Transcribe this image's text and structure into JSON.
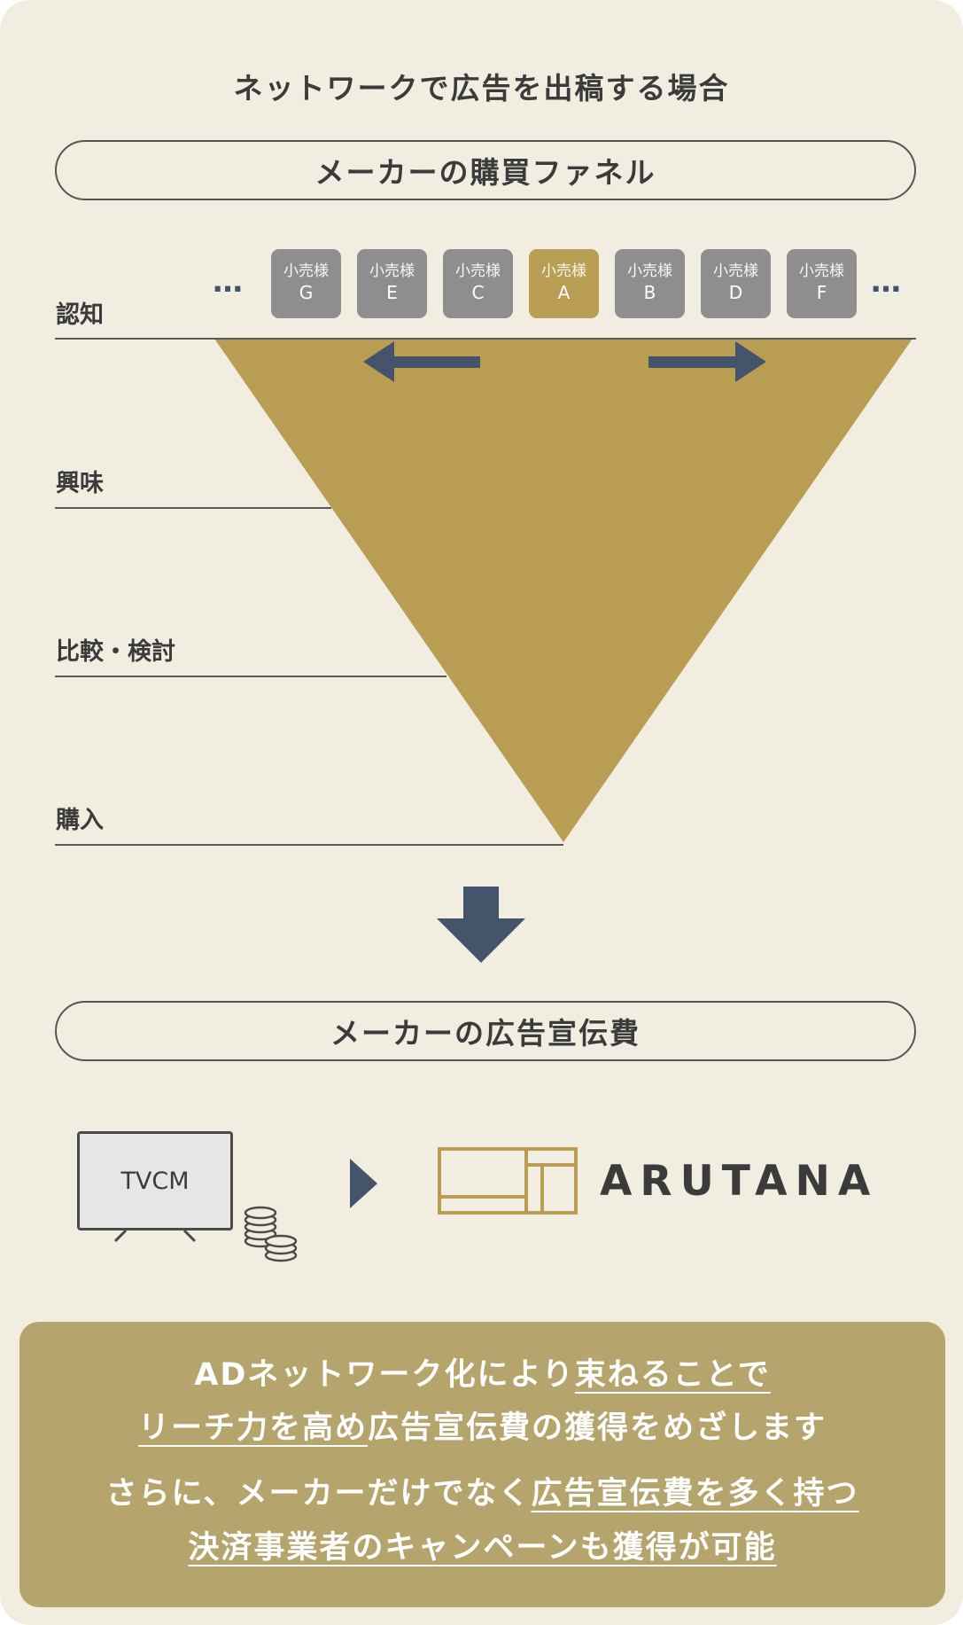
{
  "title": "ネットワークで広告を出稿する場合",
  "funnel_header": "メーカーの購買ファネル",
  "retailers": [
    {
      "tag": "小売様",
      "letter": "G",
      "active": false
    },
    {
      "tag": "小売様",
      "letter": "E",
      "active": false
    },
    {
      "tag": "小売様",
      "letter": "C",
      "active": false
    },
    {
      "tag": "小売様",
      "letter": "A",
      "active": true
    },
    {
      "tag": "小売様",
      "letter": "B",
      "active": false
    },
    {
      "tag": "小売様",
      "letter": "D",
      "active": false
    },
    {
      "tag": "小売様",
      "letter": "F",
      "active": false
    }
  ],
  "ellipsis": "…",
  "stages": [
    "認知",
    "興味",
    "比較・検討",
    "購入"
  ],
  "budget_header": "メーカーの広告宣伝費",
  "tv_label": "TVCM",
  "brand_name": "ARUTANA",
  "summary": {
    "l1_plain": "ADネットワーク化により",
    "l1_under": "束ねることで",
    "l2_under": "リーチ力を高め",
    "l2_plain": "広告宣伝費の獲得をめざします",
    "l3_plain": "さらに、メーカーだけでなく",
    "l3_under": "広告宣伝費を多く持つ",
    "l4_under": "決済事業者のキャンペーンも獲得が可能"
  },
  "colors": {
    "background": "#f1ede0",
    "gold": "#b89d53",
    "navy": "#44546a",
    "retailer_gray": "#8e8e8e",
    "summary_bg": "#b5a46c"
  }
}
